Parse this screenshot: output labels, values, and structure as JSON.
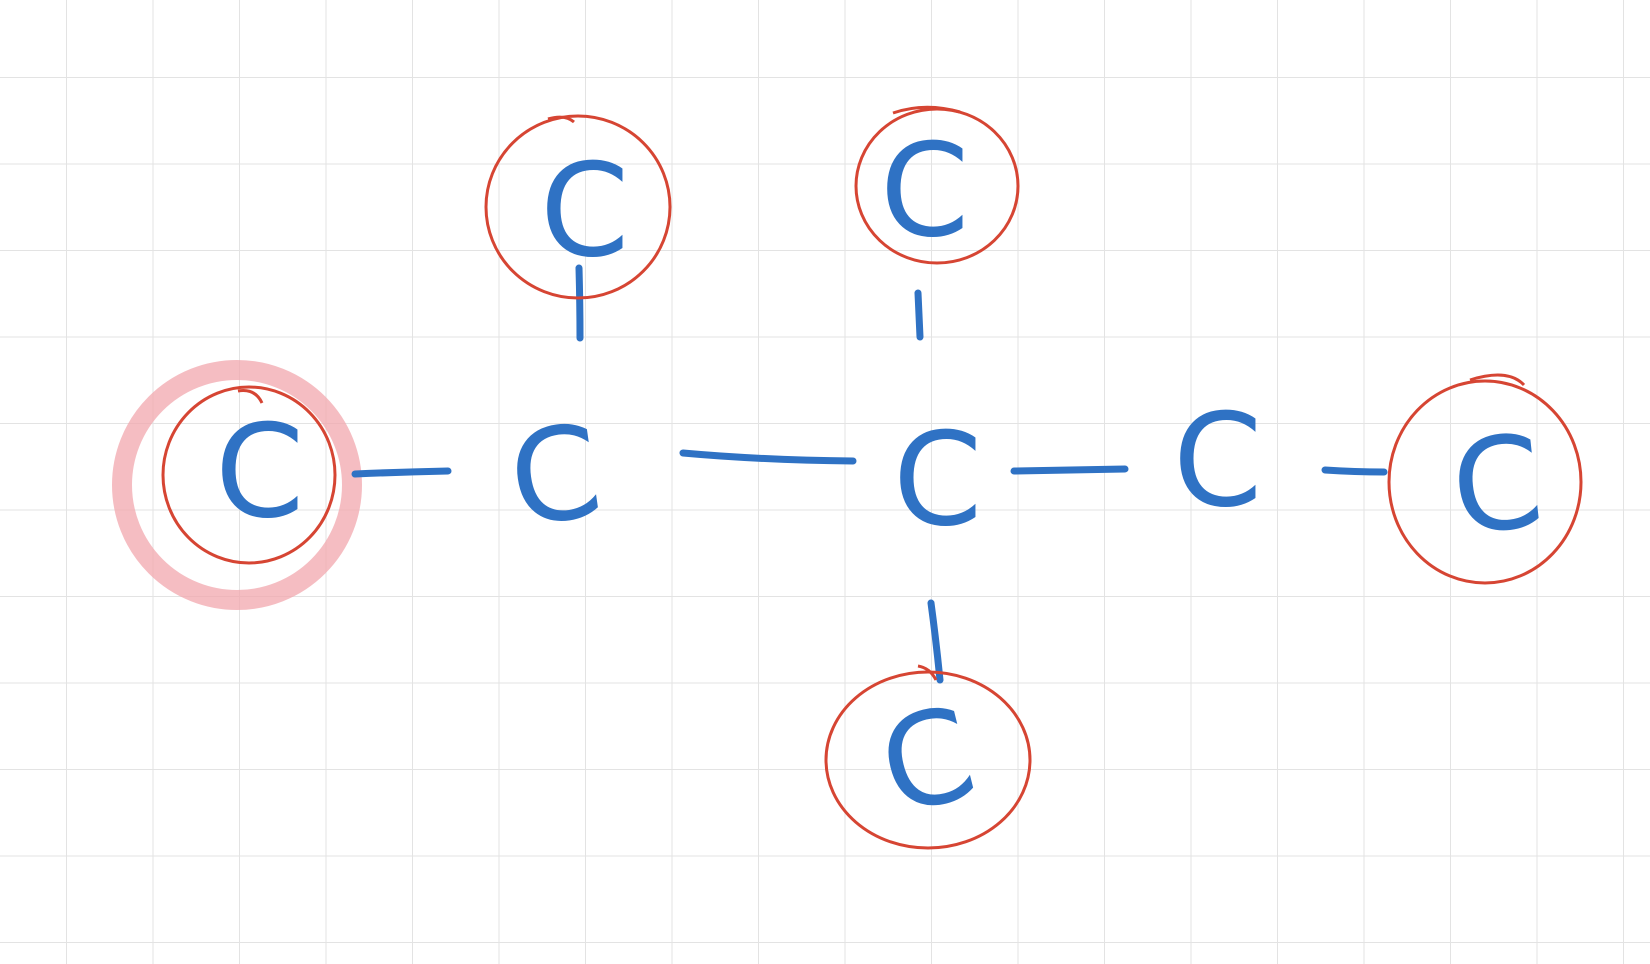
{
  "whiteboard": {
    "ink_color": "#2f72c4",
    "circle_color": "#d64533",
    "highlight_color": "#f2a7ad",
    "grid_color": "#e3e3e3",
    "atoms": [
      {
        "id": "c-left",
        "label": "C",
        "circled": true,
        "highlighted": true
      },
      {
        "id": "c-2",
        "label": "C",
        "circled": false,
        "highlighted": false
      },
      {
        "id": "c-top-1",
        "label": "C",
        "circled": true,
        "highlighted": false
      },
      {
        "id": "c-center",
        "label": "C",
        "circled": false,
        "highlighted": false
      },
      {
        "id": "c-top-2",
        "label": "C",
        "circled": true,
        "highlighted": false
      },
      {
        "id": "c-bottom",
        "label": "C",
        "circled": true,
        "highlighted": false
      },
      {
        "id": "c-4",
        "label": "C",
        "circled": false,
        "highlighted": false
      },
      {
        "id": "c-right",
        "label": "C",
        "circled": true,
        "highlighted": false
      }
    ],
    "bonds": [
      {
        "from": "c-left",
        "to": "c-2"
      },
      {
        "from": "c-2",
        "to": "c-top-1"
      },
      {
        "from": "c-2",
        "to": "c-center"
      },
      {
        "from": "c-center",
        "to": "c-top-2"
      },
      {
        "from": "c-center",
        "to": "c-bottom"
      },
      {
        "from": "c-center",
        "to": "c-4"
      },
      {
        "from": "c-4",
        "to": "c-right"
      }
    ]
  }
}
